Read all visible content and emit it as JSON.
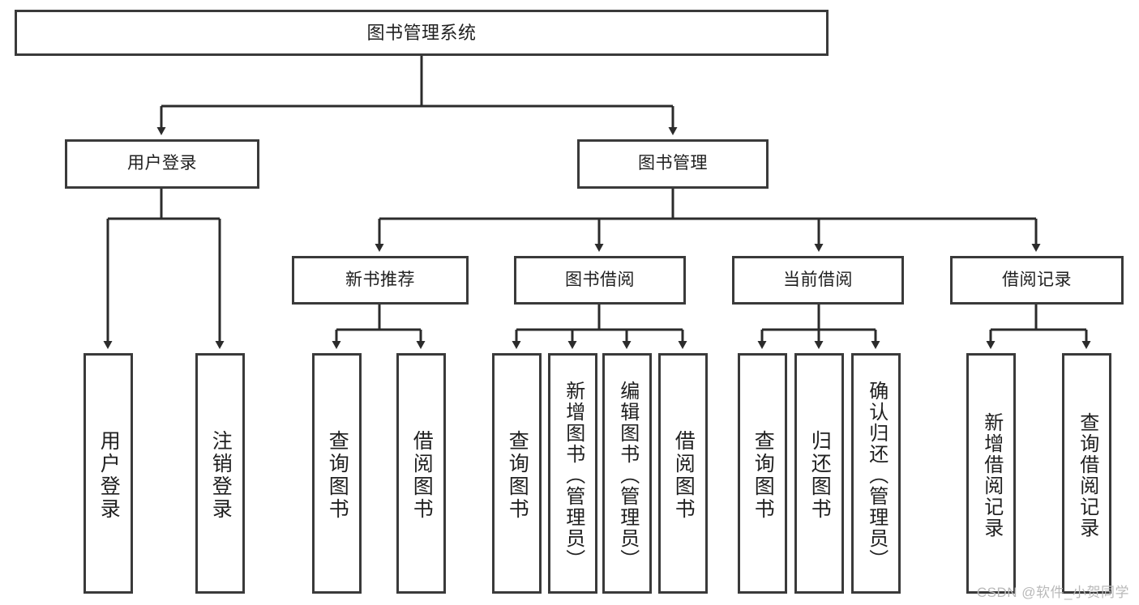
{
  "diagram": {
    "type": "tree-hierarchy",
    "title": "图书管理系统",
    "watermark": "CSDN @软件_小贺同学",
    "colors": {
      "box_border": "#3a3a3a",
      "edge": "#2b2b2b",
      "background": "#ffffff",
      "text": "#1f1f1f",
      "watermark": "#b9b9b9"
    },
    "nodes": {
      "root": {
        "label": "图书管理系统"
      },
      "level2": [
        {
          "label": "用户登录"
        },
        {
          "label": "图书管理"
        }
      ],
      "level3": [
        {
          "label": "新书推荐"
        },
        {
          "label": "图书借阅"
        },
        {
          "label": "当前借阅"
        },
        {
          "label": "借阅记录"
        }
      ],
      "leaves": {
        "user_login": [
          {
            "label": "用户登录"
          },
          {
            "label": "注销登录"
          }
        ],
        "new_book_recommend": [
          {
            "label": "查询图书"
          },
          {
            "label": "借阅图书"
          }
        ],
        "book_borrow": [
          {
            "label": "查询图书"
          },
          {
            "label": "新增图书（管理员）"
          },
          {
            "label": "编辑图书（管理员）"
          },
          {
            "label": "借阅图书"
          }
        ],
        "current_borrow": [
          {
            "label": "查询图书"
          },
          {
            "label": "归还图书"
          },
          {
            "label": "确认归还（管理员）"
          }
        ],
        "borrow_record": [
          {
            "label": "新增借阅记录"
          },
          {
            "label": "查询借阅记录"
          }
        ]
      }
    }
  }
}
